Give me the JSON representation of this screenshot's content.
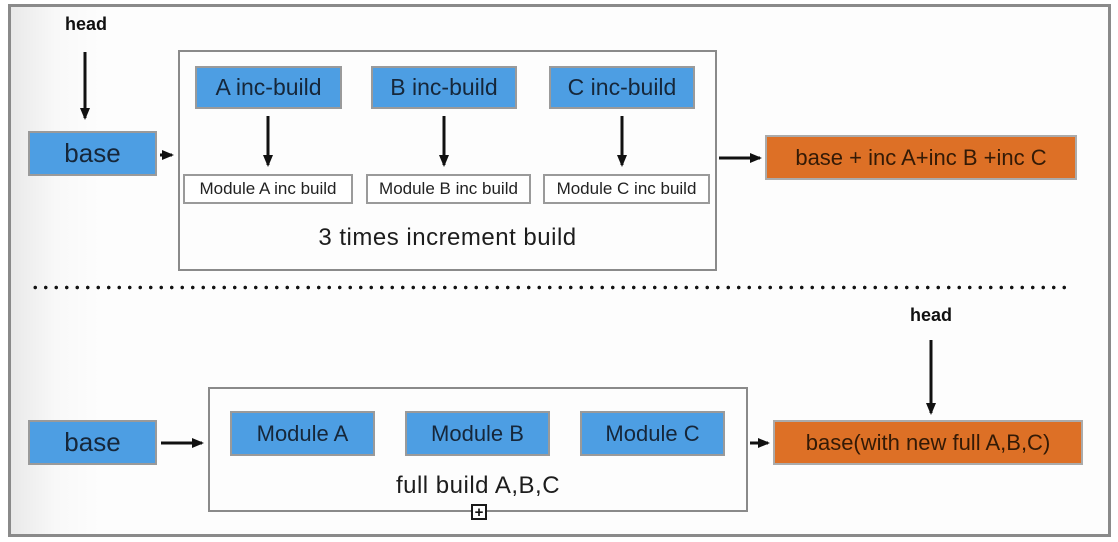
{
  "colors": {
    "blue": "#4d9ee3",
    "orange": "#dd7026",
    "arrow": "#111111",
    "frame_border": "#8a8a8a",
    "box_border": "#9a9a9a"
  },
  "top_section": {
    "head_label": "head",
    "base_label": "base",
    "inc_build_boxes": [
      "A inc-build",
      "B inc-build",
      "C inc-build"
    ],
    "module_build_boxes": [
      "Module A inc build",
      "Module B inc build",
      "Module C inc build"
    ],
    "caption": "3 times increment build",
    "result_label": "base + inc A+inc B +inc C"
  },
  "bottom_section": {
    "head_label": "head",
    "base_label": "base",
    "module_boxes": [
      "Module A",
      "Module B",
      "Module C"
    ],
    "caption": "full build A,B,C",
    "result_label": "base(with new full A,B,C)",
    "expand_handle_glyph": "+"
  }
}
